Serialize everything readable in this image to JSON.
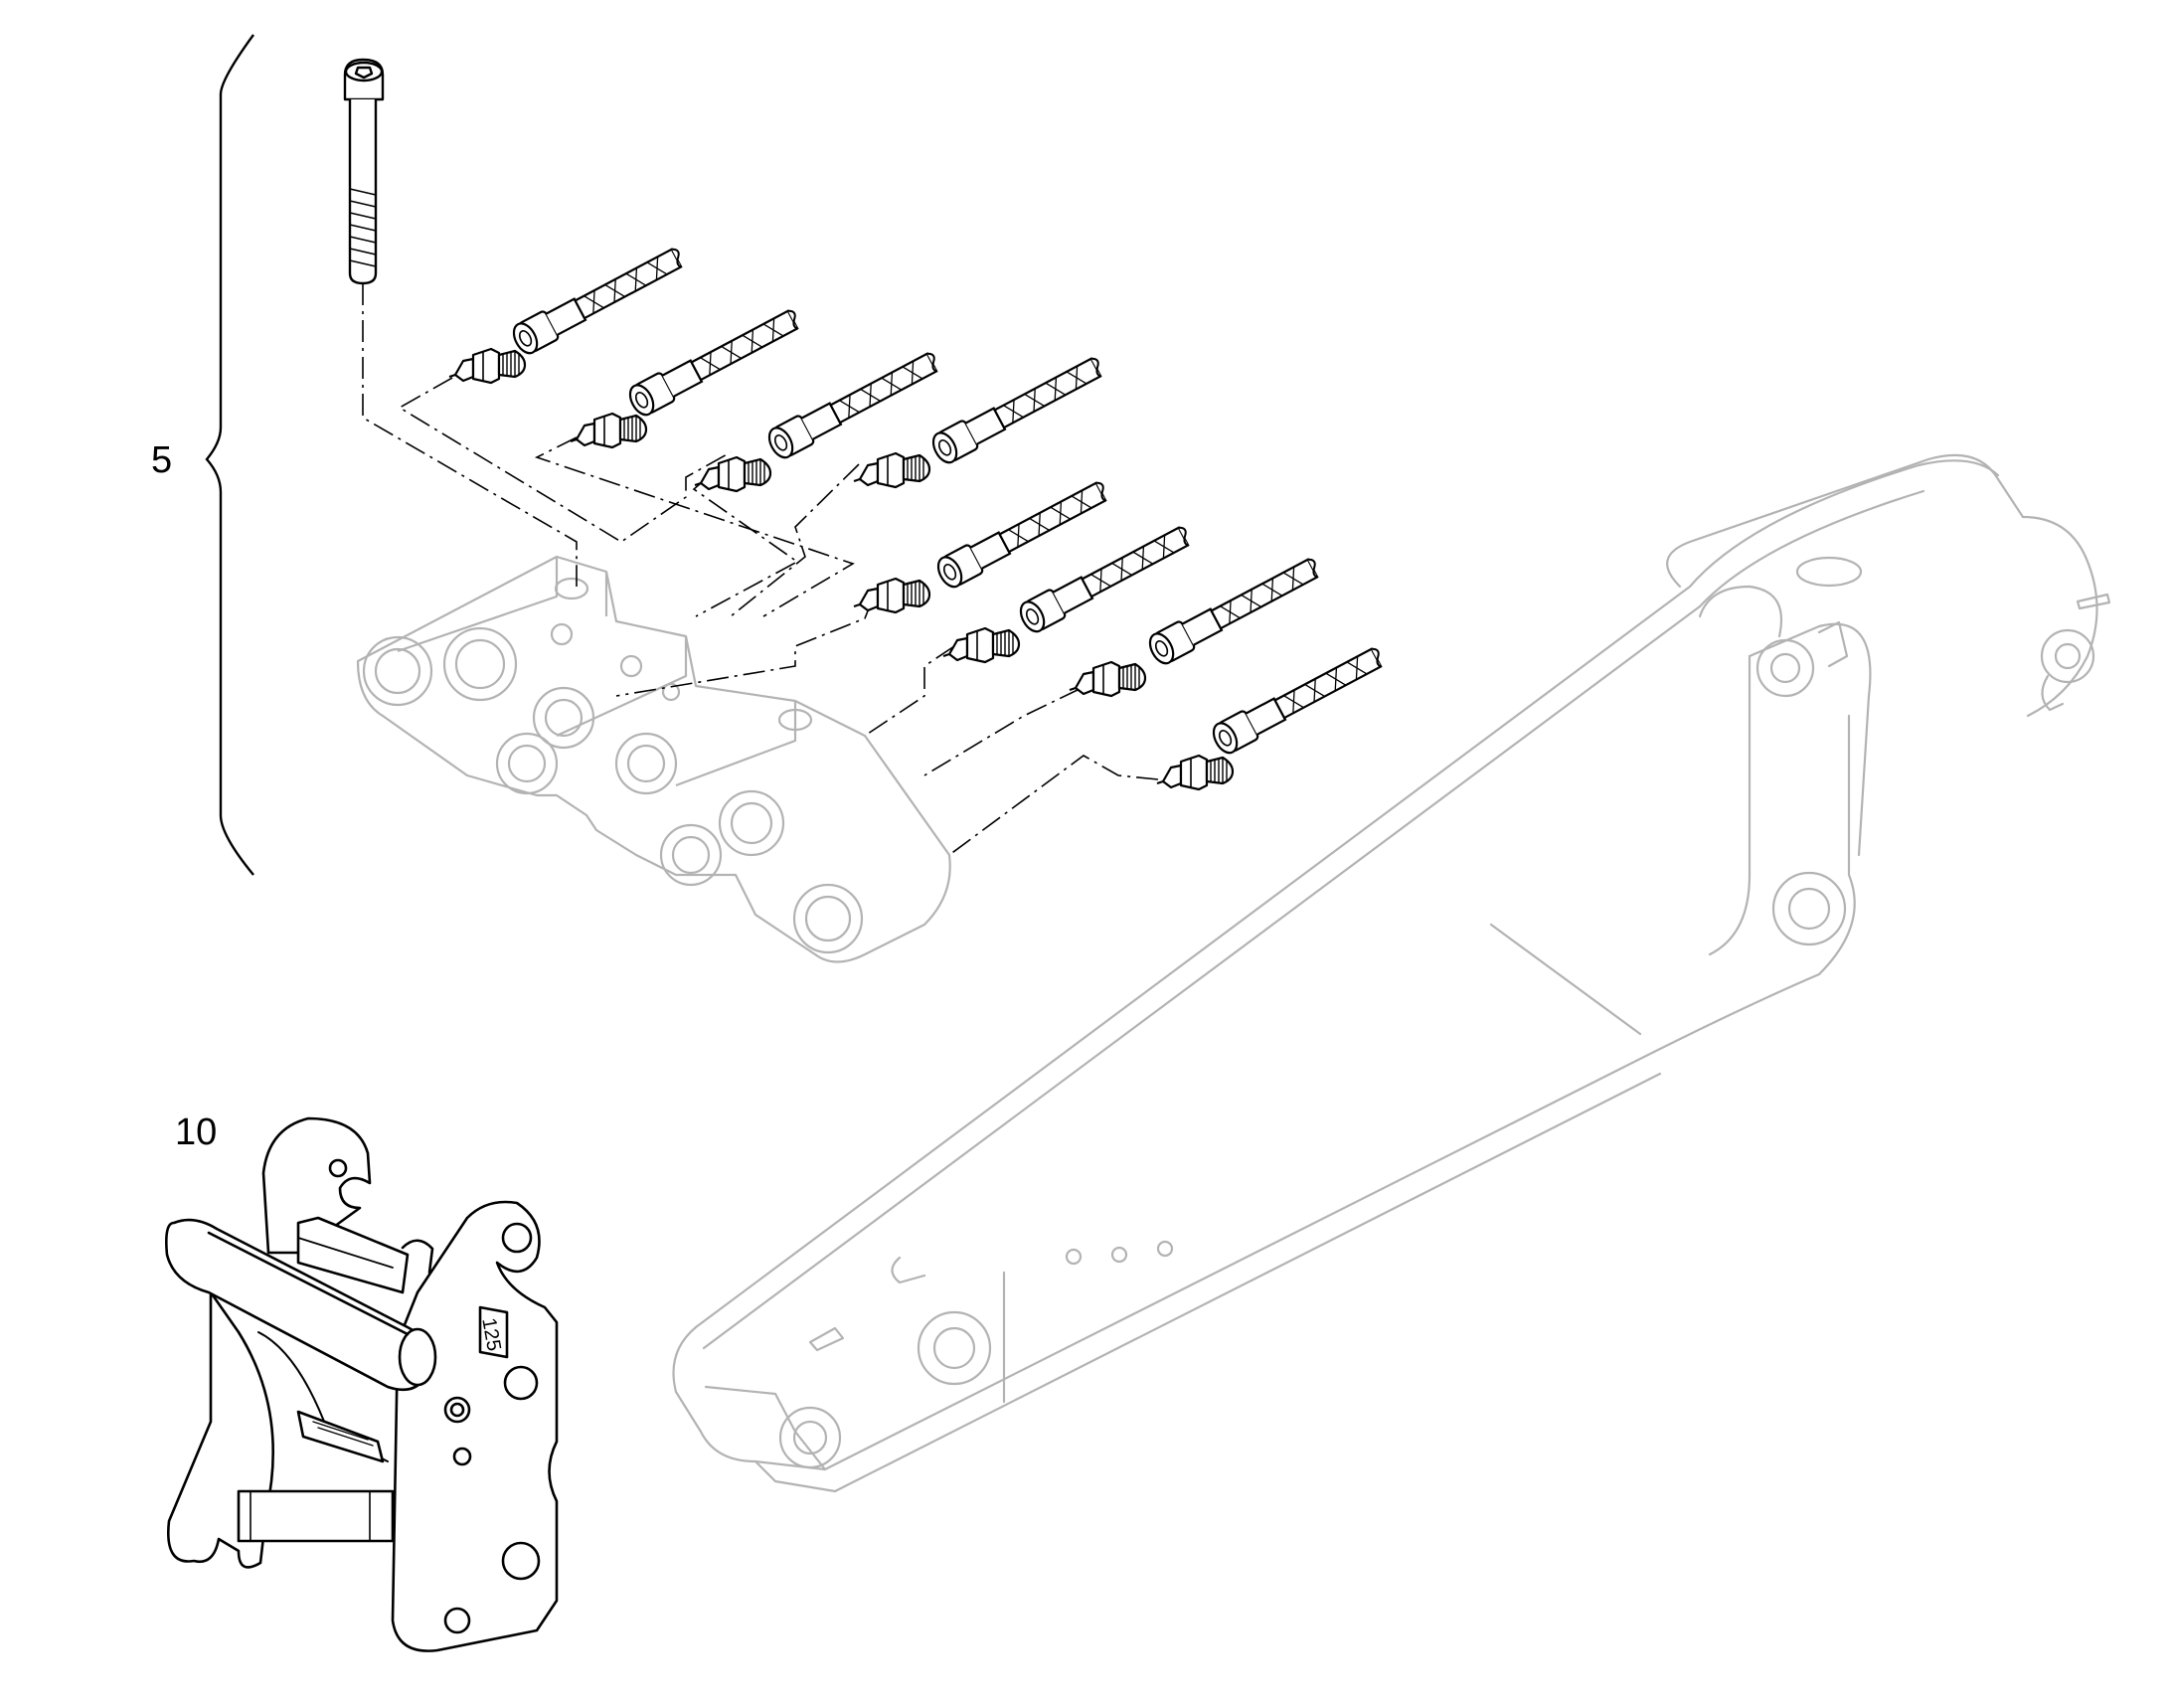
{
  "diagram": {
    "callouts": [
      {
        "id": "5",
        "label": "5",
        "part": "hose-and-fitting-kit"
      },
      {
        "id": "10",
        "label": "10",
        "part": "quick-coupler"
      }
    ],
    "coupler_plate_text": "125",
    "colors": {
      "line_dark": "#000000",
      "line_ghost": "#b3b3b3",
      "background": "#ffffff"
    }
  }
}
